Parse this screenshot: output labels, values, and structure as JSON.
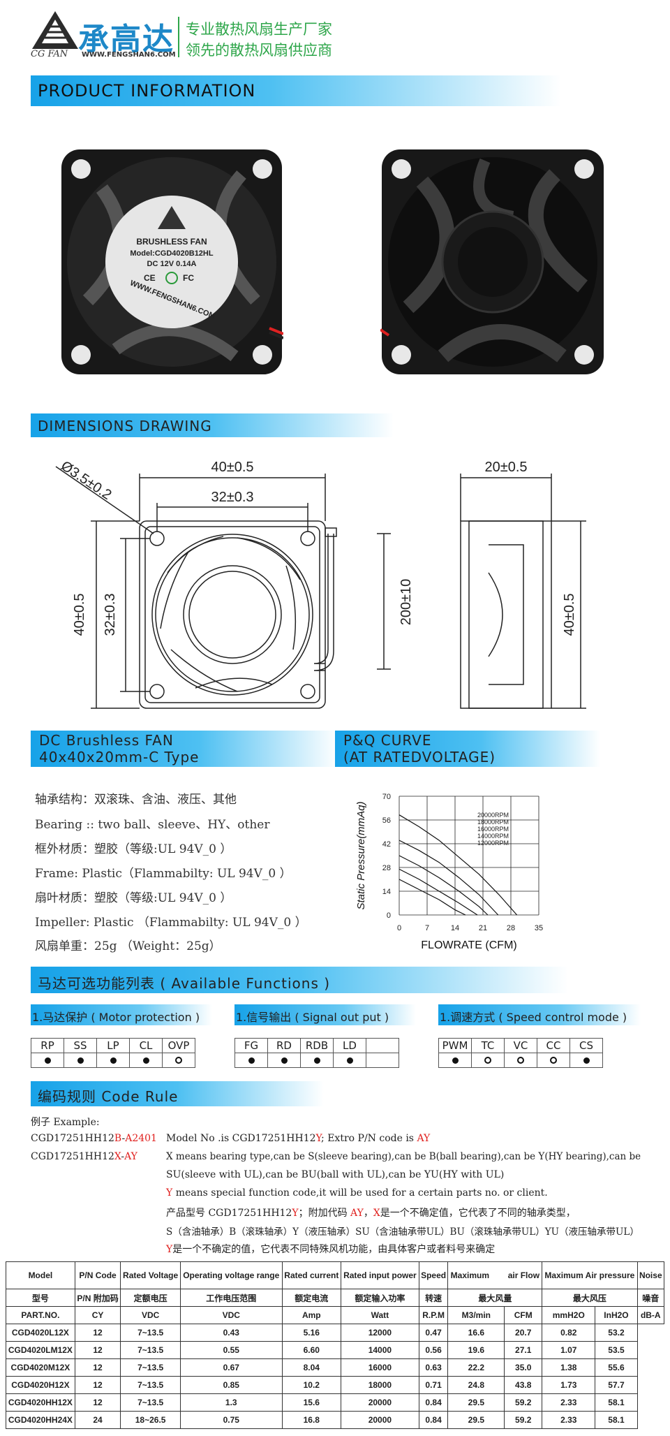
{
  "header": {
    "brand_cn": "承高达",
    "brand_en": "CG FAN",
    "url": "WWW.FENGSHAN6.COM",
    "slogan1": "专业散热风扇生产厂家",
    "slogan2": "领先的散热风扇供应商"
  },
  "sections": {
    "product_info": "PRODUCT INFORMATION",
    "dimensions": "DIMENSIONS DRAWING",
    "dc_fan_1": "DC Brushless FAN",
    "dc_fan_2": "40x40x20mm-C Type",
    "pq_1": "P&Q CURVE",
    "pq_2": "(AT RATEDVOLTAGE)",
    "available": "马达可选功能列表 ( Available Functions )",
    "code_rule": "编码规则 Code Rule"
  },
  "fan_label": {
    "line1": "BRUSHLESS FAN",
    "line2": "Model:CGD4020B12HL",
    "line3": "DC 12V  0.14A",
    "line4": "CE",
    "line5": "FC",
    "arc": "WWW.FENGSHAN6.COM"
  },
  "dimensions": {
    "hole": "Ø3.5±0.2",
    "width_outer": "40±0.5",
    "width_inner": "32±0.3",
    "height_outer": "40±0.5",
    "height_inner": "32±0.3",
    "lead": "200±10",
    "depth": "20±0.5",
    "side_height": "40±0.5"
  },
  "specs": [
    "轴承结构：双滚珠、含油、液压、其他",
    "Bearing :: two  ball、sleeve、HY、other",
    "框外材质：塑胶（等级:UL 94V_0 ）",
    "Frame: Plastic（Flammabilty: UL 94V_0 ）",
    "扇叶材质：塑胶（等级:UL 94V_0 ）",
    "Impeller: Plastic （Flammabilty: UL 94V_0 ）",
    "风扇单重：25g （Weight：25g）"
  ],
  "chart_data": {
    "type": "line",
    "xlabel": "FLOWRATE (CFM)",
    "ylabel": "Static Pressure(mmAq)",
    "xticks": [
      0,
      7,
      14,
      21,
      28,
      35
    ],
    "yticks": [
      0,
      14,
      28,
      42,
      56,
      70
    ],
    "xlim": [
      0,
      35
    ],
    "ylim": [
      0,
      70
    ],
    "grid": true,
    "series": [
      {
        "name": "20000RPM",
        "x": [
          0,
          5,
          10,
          15,
          20,
          25,
          29.5
        ],
        "y": [
          59,
          52,
          44,
          34,
          24,
          12,
          0
        ]
      },
      {
        "name": "18000RPM",
        "x": [
          0,
          5,
          10,
          15,
          20,
          24.8
        ],
        "y": [
          44,
          38,
          31,
          22,
          12,
          0
        ]
      },
      {
        "name": "16000RPM",
        "x": [
          0,
          5,
          10,
          15,
          20,
          22.2
        ],
        "y": [
          35,
          29,
          22,
          14,
          5,
          0
        ]
      },
      {
        "name": "14000RPM",
        "x": [
          0,
          5,
          10,
          15,
          19.6
        ],
        "y": [
          27,
          21,
          14,
          7,
          0
        ]
      },
      {
        "name": "12000RPM",
        "x": [
          0,
          5,
          10,
          14,
          16.6
        ],
        "y": [
          21,
          15,
          9,
          3,
          0
        ]
      }
    ]
  },
  "functions": [
    {
      "title": "1.马达保护 ( Motor  protection )",
      "cols": [
        "RP",
        "SS",
        "LP",
        "CL",
        "OVP"
      ],
      "dots": [
        "filled",
        "filled",
        "filled",
        "filled",
        "open"
      ]
    },
    {
      "title": "1.信号输出 ( Signal  out  put )",
      "cols": [
        "FG",
        "RD",
        "RDB",
        "LD",
        ""
      ],
      "dots": [
        "filled",
        "filled",
        "filled",
        "filled",
        ""
      ]
    },
    {
      "title": "1.调速方式 ( Speed  control mode )",
      "cols": [
        "PWM",
        "TC",
        "VC",
        "CC",
        "CS"
      ],
      "dots": [
        "filled",
        "open",
        "open",
        "open",
        "filled"
      ]
    }
  ],
  "code_rule": {
    "example_label": "例子 Example:",
    "ex1_pre": "CGD17251HH12",
    "ex1_b": "B",
    "ex1_dash": "-",
    "ex1_a": "A",
    "ex1_num": "2401",
    "ex2_pre": "CGD17251HH12",
    "ex2_x": "X",
    "ex2_dash": "-",
    "ex2_ay": "AY",
    "line1_pre": "Model No .is CGD17251HH12",
    "line1_y": "Y",
    "line1_mid": "; Extro P/N code is ",
    "line1_ay": "AY",
    "line2": "X means bearing type,can be S(sleeve bearing),can be B(ball bearing),can be Y(HY bearing),can be",
    "line3": "SU(sleeve with UL),can be BU(ball with UL),can be YU(HY with UL)",
    "line4_y": "Y",
    "line4": " means special function code,it will be used for a certain parts no. or client.",
    "line5_pre": "产品型号 CGD17251HH12",
    "line5_y": "Y",
    "line5_mid": "；附加代码 ",
    "line5_ay": "AY",
    "line5_sep": "，",
    "line5_x": "X",
    "line5_post": "是一个不确定值，它代表了不同的轴承类型，",
    "line6": "S（含油轴承）B（滚珠轴承）Y（液压轴承）SU（含油轴承带UL）BU（滚珠轴承带UL）YU（液压轴承带UL）",
    "line7_y": "Y",
    "line7": "是一个不确定的值，它代表不同特殊风机功能，由具体客户或者料号来确定"
  },
  "table": {
    "header1": [
      "Model",
      "P/N Code",
      "Rated Voltage",
      "Operating voltage range",
      "Rated current",
      "Rated input power",
      "Speed",
      "Maximum",
      "air Flow",
      "Maximum Air pressure",
      "Noise"
    ],
    "header2": [
      "型号",
      "P/N 附加码",
      "定额电压",
      "工作电压范围",
      "额定电流",
      "额定输入功率",
      "转速",
      "最大风量",
      "最大风压",
      "噪音"
    ],
    "header3": [
      "PART.NO.",
      "VDC",
      "VDC",
      "Amp",
      "Watt",
      "R.P.M",
      "M3/min",
      "CFM",
      "mmH2O",
      "InH2O",
      "dB-A"
    ],
    "pn_code": "CY",
    "rows": [
      [
        "CGD4020L12X",
        "12",
        "7~13.5",
        "0.43",
        "5.16",
        "12000",
        "0.47",
        "16.6",
        "20.7",
        "0.82",
        "53.2"
      ],
      [
        "CGD4020LM12X",
        "12",
        "7~13.5",
        "0.55",
        "6.60",
        "14000",
        "0.56",
        "19.6",
        "27.1",
        "1.07",
        "53.5"
      ],
      [
        "CGD4020M12X",
        "12",
        "7~13.5",
        "0.67",
        "8.04",
        "16000",
        "0.63",
        "22.2",
        "35.0",
        "1.38",
        "55.6"
      ],
      [
        "CGD4020H12X",
        "12",
        "7~13.5",
        "0.85",
        "10.2",
        "18000",
        "0.71",
        "24.8",
        "43.8",
        "1.73",
        "57.7"
      ],
      [
        "CGD4020HH12X",
        "12",
        "7~13.5",
        "1.3",
        "15.6",
        "20000",
        "0.84",
        "29.5",
        "59.2",
        "2.33",
        "58.1"
      ],
      [
        "CGD4020HH24X",
        "24",
        "18~26.5",
        "0.75",
        "16.8",
        "20000",
        "0.84",
        "29.5",
        "59.2",
        "2.33",
        "58.1"
      ]
    ]
  }
}
